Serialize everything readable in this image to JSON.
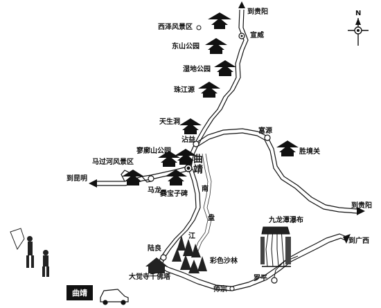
{
  "map": {
    "places": {
      "xize": "西泽风景区",
      "xuanwei": "宣威",
      "dongshan": "东山公园",
      "shidi": "湿地公园",
      "zhujiangyuan": "珠江源",
      "tianshengdong": "天生洞",
      "zhanyi": "沾益",
      "liaokuoshan": "寥廓山公园",
      "qujing": "曲靖",
      "maguohe": "马过河风景区",
      "malong": "马龙",
      "fuyuan": "富源",
      "shengjingguan": "胜境关",
      "cuanbaozi": "爨宝子碑",
      "jiulongtan": "九龙潭瀑布",
      "luliang": "陆良",
      "caisesha": "彩色沙林",
      "dajuesi": "大觉寺千佛塔",
      "shizong": "师宗",
      "luoping": "罗平"
    },
    "river_chars": [
      "南",
      "盘",
      "江"
    ],
    "directions": {
      "to_guiyang_top": "到贵阳",
      "to_kunming": "到昆明",
      "to_guiyang_right": "到贵阳",
      "to_guangxi": "到广西"
    },
    "compass_label": "N",
    "legend_label": "曲靖"
  }
}
